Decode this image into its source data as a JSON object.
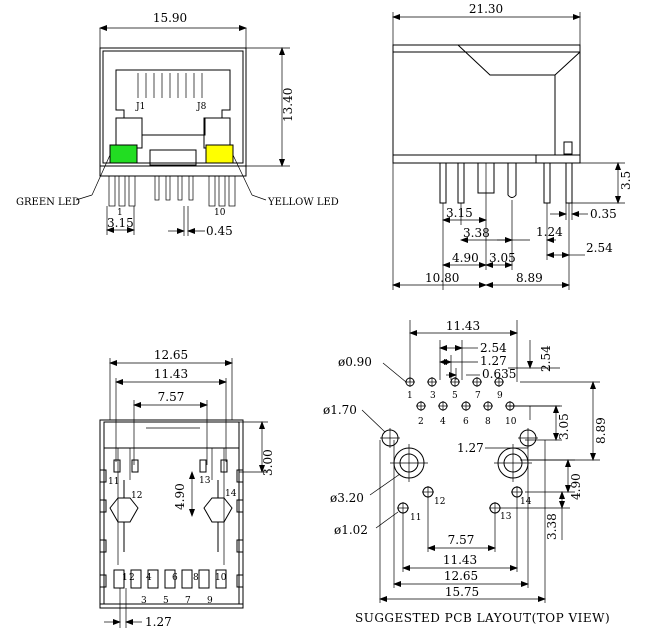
{
  "front_view": {
    "width_dim": "15.90",
    "height_dim": "13.40",
    "pin_pitch_dim": "3.15",
    "lead_width_dim": "0.45",
    "pin_j1": "J1",
    "pin_j8": "J8",
    "pin_1": "1",
    "pin_10": "10",
    "green_led_label": "GREEN LED",
    "yellow_led_label": "YELLOW LED",
    "green_led_color": "#22dd22",
    "yellow_led_color": "#ffff00"
  },
  "side_view": {
    "length_dim": "21.30",
    "standoff_dim": "3.5",
    "lead_dim": "0.35",
    "dim_315": "3.15",
    "dim_338": "3.38",
    "dim_124": "1.24",
    "dim_254": "2.54",
    "dim_490": "4.90",
    "dim_305": "3.05",
    "dim_1080": "10.80",
    "dim_889": "8.89"
  },
  "bottom_view": {
    "dim_1265": "12.65",
    "dim_1143": "11.43",
    "dim_757": "7.57",
    "dim_300": "3.00",
    "dim_490": "4.90",
    "dim_127": "1.27",
    "pin_11": "11",
    "pin_12": "12",
    "pin_13": "13",
    "pin_14": "14",
    "bottom_pins": [
      "1",
      "2",
      "3",
      "4",
      "5",
      "6",
      "7",
      "8",
      "9",
      "10"
    ]
  },
  "pcb_layout": {
    "caption": "SUGGESTED PCB LAYOUT(TOP VIEW)",
    "dia_090": "ø0.90",
    "dia_170": "ø1.70",
    "dia_320": "ø3.20",
    "dia_102": "ø1.02",
    "dim_1143_top": "11.43",
    "dim_254_top": "2.54",
    "dim_127_top": "1.27",
    "dim_0635": "0.635",
    "dim_254_right": "2.54",
    "dim_305": "3.05",
    "dim_889": "8.89",
    "dim_127_mid": "1.27",
    "dim_490": "4.90",
    "dim_338": "3.38",
    "dim_757": "7.57",
    "dim_1143_bot": "11.43",
    "dim_1265": "12.65",
    "dim_1575": "15.75",
    "row_top_pins": [
      "1",
      "3",
      "5",
      "7",
      "9"
    ],
    "row_bottom_pins": [
      "2",
      "4",
      "6",
      "8",
      "10"
    ],
    "pin_11": "11",
    "pin_12": "12",
    "pin_13": "13",
    "pin_14": "14"
  }
}
